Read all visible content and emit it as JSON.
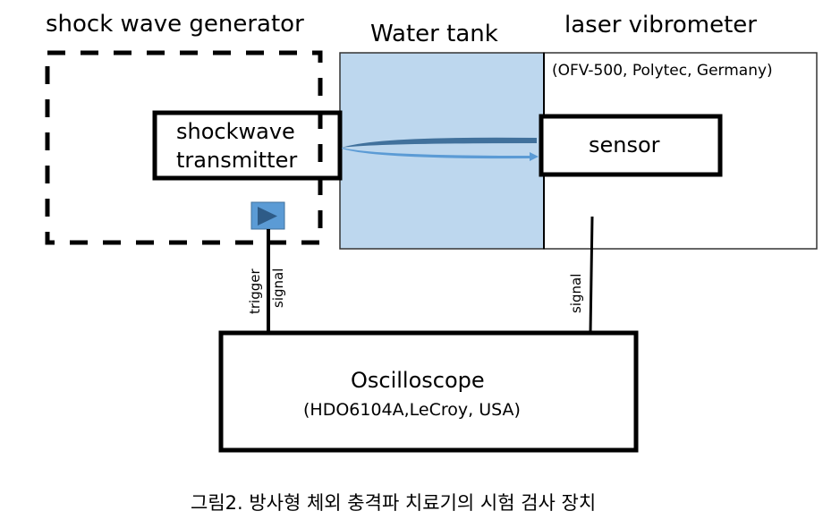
{
  "labels": {
    "shock_wave_generator": "shock wave generator",
    "water_tank": "Water tank",
    "laser_vibrometer": "laser vibrometer",
    "vibrometer_model": "(OFV-500, Polytec, Germany)",
    "transmitter_line1": "shockwave",
    "transmitter_line2": "transmitter",
    "sensor": "sensor",
    "trigger": "trigger",
    "trigger_signal": "signal",
    "sensor_signal": "signal",
    "oscilloscope": "Oscilloscope",
    "oscilloscope_model": "(HDO6104A,LeCroy, USA)"
  },
  "caption": "그림2. 방사형 체외 충격파 치료기의 시험 검사 장치",
  "icons": {
    "trigger_button": "play-icon"
  },
  "colors": {
    "water": "#bdd7ee",
    "wave_dark": "#41719c",
    "wave_light": "#5b9bd5",
    "trigger_box": "#5b9bd5",
    "trigger_arrow": "#2e5b87",
    "stroke": "#000000"
  }
}
